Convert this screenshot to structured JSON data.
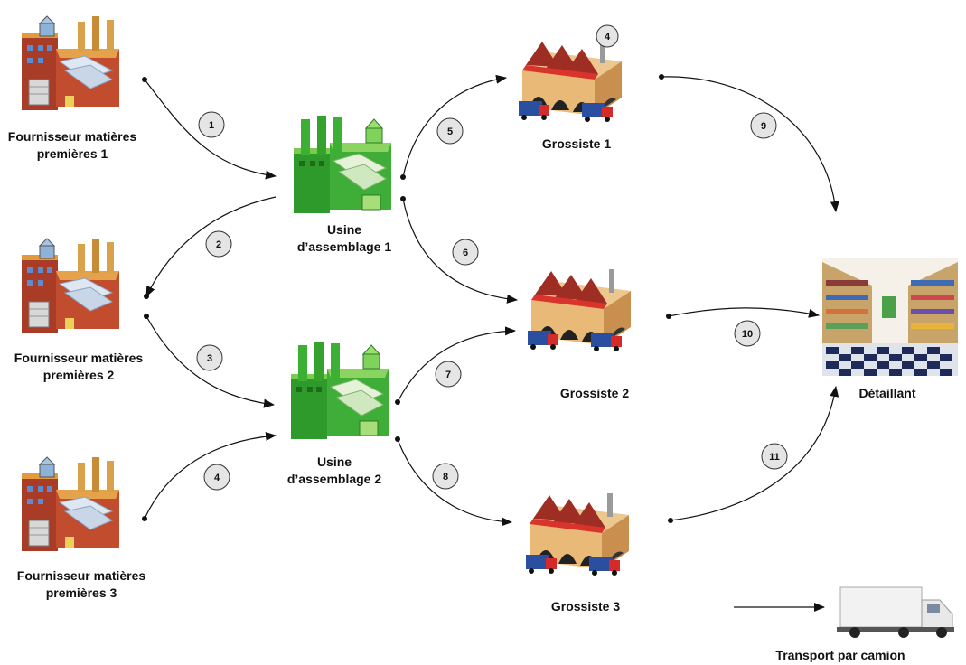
{
  "nodes": {
    "supplier1": {
      "label_line1": "Fournisseur matières",
      "label_line2": "premières 1"
    },
    "supplier2": {
      "label_line1": "Fournisseur matières",
      "label_line2": "premières 2"
    },
    "supplier3": {
      "label_line1": "Fournisseur matières",
      "label_line2": "premières 3"
    },
    "plant1": {
      "label_line1": "Usine",
      "label_line2": "d’assemblage 1"
    },
    "plant2": {
      "label_line1": "Usine",
      "label_line2": "d’assemblage 2"
    },
    "wholesaler1": {
      "label": "Grossiste 1"
    },
    "wholesaler2": {
      "label": "Grossiste 2"
    },
    "wholesaler3": {
      "label": "Grossiste 3"
    },
    "retailer": {
      "label": "Détaillant"
    }
  },
  "links": [
    {
      "id": "1",
      "from": "supplier1",
      "to": "plant1"
    },
    {
      "id": "2",
      "from": "plant1",
      "to": "supplier2"
    },
    {
      "id": "3",
      "from": "supplier2",
      "to": "plant2"
    },
    {
      "id": "4",
      "from": "supplier3",
      "to": "plant2"
    },
    {
      "id": "5",
      "from": "plant1",
      "to": "wholesaler1"
    },
    {
      "id": "6",
      "from": "plant1",
      "to": "wholesaler2"
    },
    {
      "id": "7",
      "from": "plant2",
      "to": "wholesaler2"
    },
    {
      "id": "8",
      "from": "plant2",
      "to": "wholesaler3"
    },
    {
      "id": "9",
      "from": "wholesaler1",
      "to": "retailer"
    },
    {
      "id": "10",
      "from": "wholesaler2",
      "to": "retailer"
    },
    {
      "id": "11",
      "from": "wholesaler3",
      "to": "retailer"
    }
  ],
  "wholesaler1_badge": "4",
  "legend": {
    "label": "Transport par camion"
  },
  "colors": {
    "supplier_factory": "#b5452b",
    "plant_factory": "#3aa535",
    "wholesaler_roof": "#d9342b",
    "edge": "#111111",
    "badge_fill": "#e5e5e5"
  }
}
